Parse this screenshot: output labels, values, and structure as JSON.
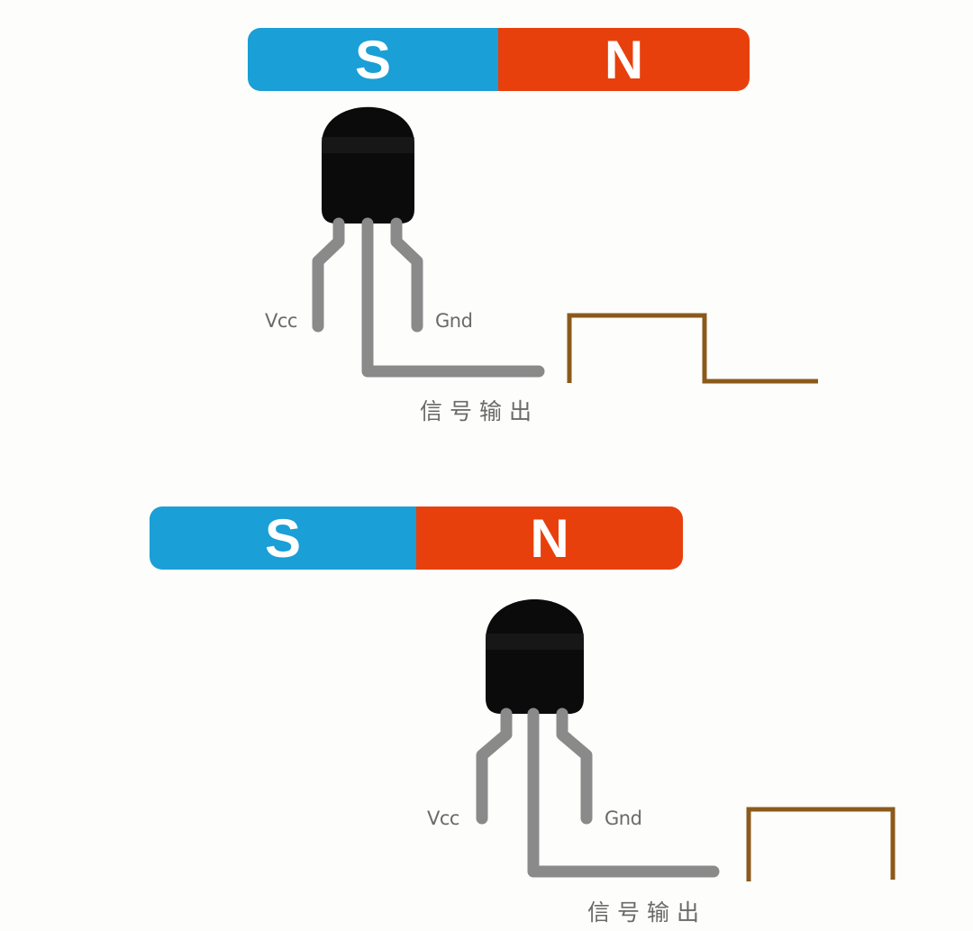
{
  "diagrams": [
    {
      "magnet": {
        "south_label": "S",
        "north_label": "N"
      },
      "pins": {
        "vcc": "Vcc",
        "gnd": "Gnd"
      },
      "signal_label": "信号输出",
      "waveform": "high-then-low"
    },
    {
      "magnet": {
        "south_label": "S",
        "north_label": "N"
      },
      "pins": {
        "vcc": "Vcc",
        "gnd": "Gnd"
      },
      "signal_label": "信号输出",
      "waveform": "high"
    }
  ],
  "colors": {
    "south_pole": "#1a9fd6",
    "north_pole": "#e8400c",
    "sensor_body": "#0b0b0b",
    "pin_lead": "#8a8a8a",
    "waveform": "#8b5a1b"
  }
}
